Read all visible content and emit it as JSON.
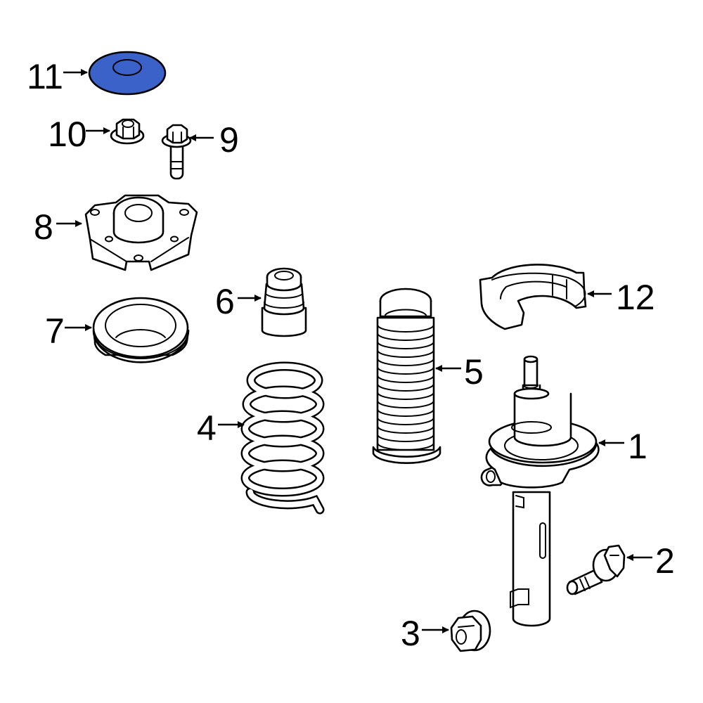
{
  "diagram": {
    "type": "exploded parts diagram",
    "subject": "front strut / suspension assembly",
    "highlight_color": "#3B62C8",
    "highlighted_part": "11",
    "callouts": [
      {
        "id": "1",
        "label": "1",
        "part": "strut"
      },
      {
        "id": "2",
        "label": "2",
        "part": "bolt"
      },
      {
        "id": "3",
        "label": "3",
        "part": "flange nut"
      },
      {
        "id": "4",
        "label": "4",
        "part": "coil spring"
      },
      {
        "id": "5",
        "label": "5",
        "part": "dust boot"
      },
      {
        "id": "6",
        "label": "6",
        "part": "bump stop"
      },
      {
        "id": "7",
        "label": "7",
        "part": "bearing"
      },
      {
        "id": "8",
        "label": "8",
        "part": "strut mount"
      },
      {
        "id": "9",
        "label": "9",
        "part": "bolt"
      },
      {
        "id": "10",
        "label": "10",
        "part": "nut"
      },
      {
        "id": "11",
        "label": "11",
        "part": "cap"
      },
      {
        "id": "12",
        "label": "12",
        "part": "spring insulator"
      }
    ]
  }
}
